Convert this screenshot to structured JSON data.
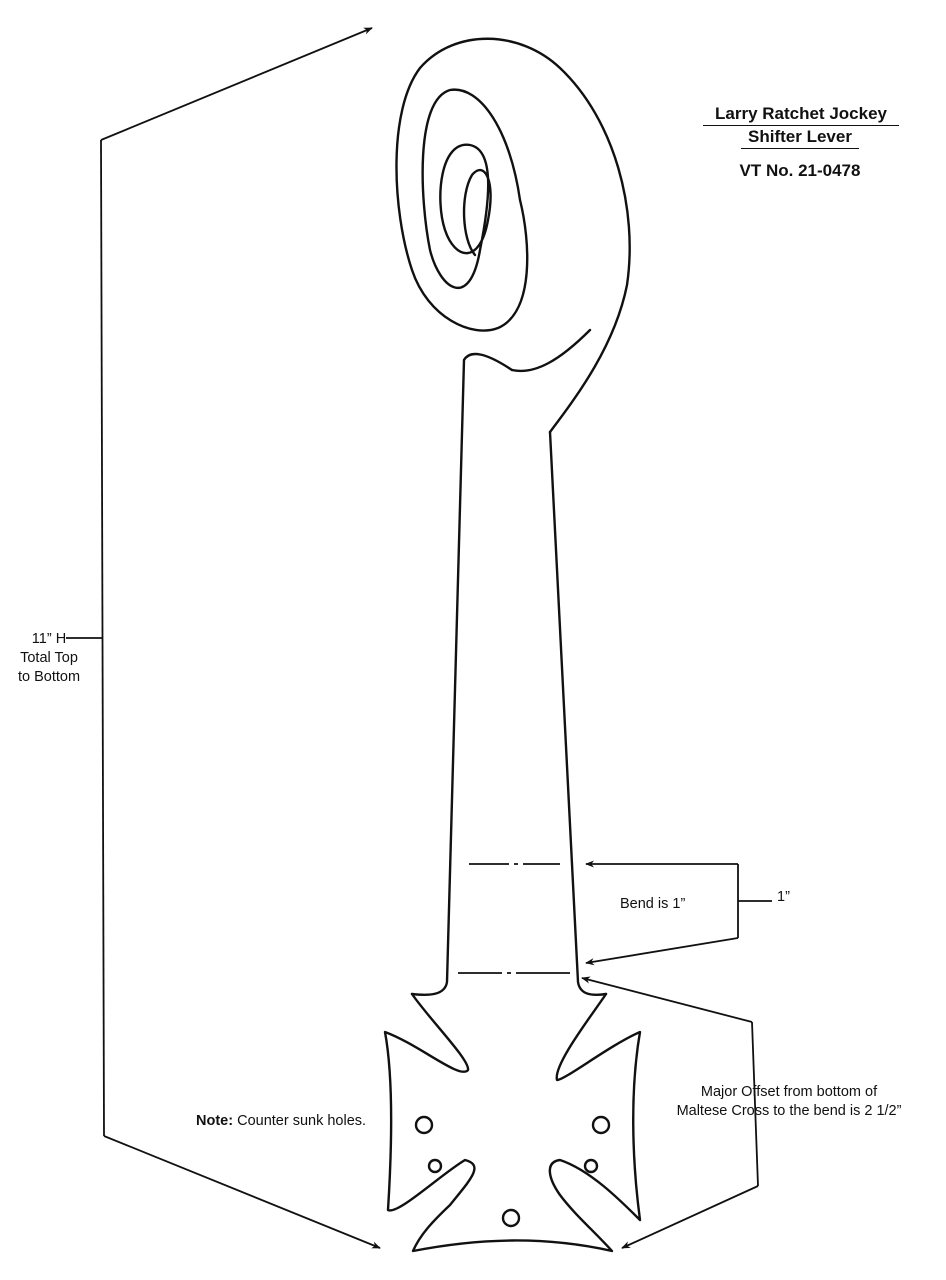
{
  "title": {
    "line1": "Larry Ratchet Jockey",
    "line2": "Shifter Lever",
    "part_number": "VT No. 21-0478"
  },
  "dimensions": {
    "height_line1": "11” H",
    "height_line2": "Total Top",
    "height_line3": "to Bottom",
    "bend_label": "Bend is 1”",
    "bend_value": "1”",
    "offset_line1": "Major Offset from bottom of",
    "offset_line2": "Maltese Cross to the bend is 2 1/2”"
  },
  "note": {
    "label": "Note:",
    "text": " Counter sunk holes."
  },
  "colors": {
    "stroke": "#111111",
    "background": "#ffffff"
  }
}
